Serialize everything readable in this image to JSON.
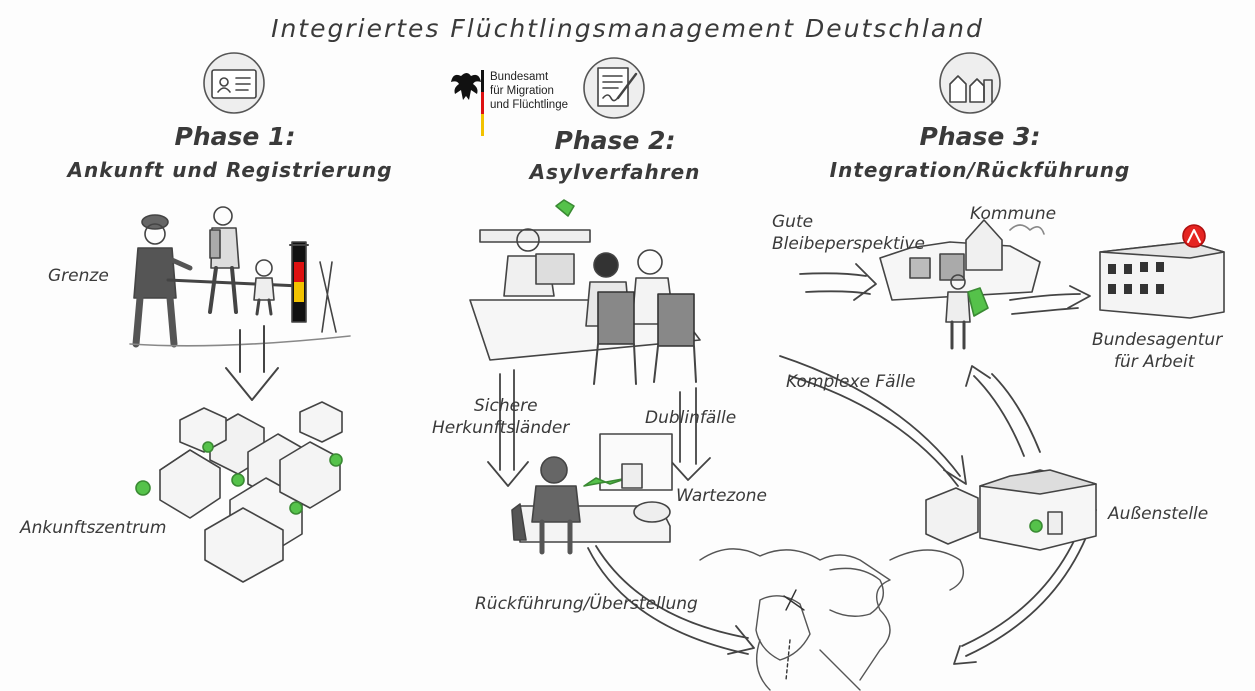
{
  "title": "Integriertes Flüchtlingsmanagement Deutschland",
  "logo": {
    "lines": [
      "Bundesamt",
      "für Migration",
      "und Flüchtlinge"
    ]
  },
  "phases": [
    {
      "title": "Phase 1:",
      "subtitle": "Ankunft und Registrierung",
      "icon": "id-card-icon"
    },
    {
      "title": "Phase 2:",
      "subtitle": "Asylverfahren",
      "icon": "document-sign-icon"
    },
    {
      "title": "Phase 3:",
      "subtitle": "Integration/Rückführung",
      "icon": "houses-icon"
    }
  ],
  "labels": {
    "grenze": "Grenze",
    "ankunftszentrum": "Ankunftszentrum",
    "sichere_1": "Sichere",
    "sichere_2": "Herkunftsländer",
    "dublin": "Dublinfälle",
    "wartezone": "Wartezone",
    "rueckfuehrung": "Rückführung/Überstellung",
    "gute_1": "Gute",
    "gute_2": "Bleibeperspektive",
    "kommune": "Kommune",
    "ba_1": "Bundesagentur",
    "ba_2": "für Arbeit",
    "komplexe": "Komplexe Fälle",
    "aussenstelle": "Außenstelle"
  },
  "colors": {
    "ink": "#333333",
    "accent_green": "#55c24a",
    "flag_black": "#111111",
    "flag_red": "#dd1111",
    "flag_gold": "#f2c200",
    "ba_red": "#e52421"
  }
}
